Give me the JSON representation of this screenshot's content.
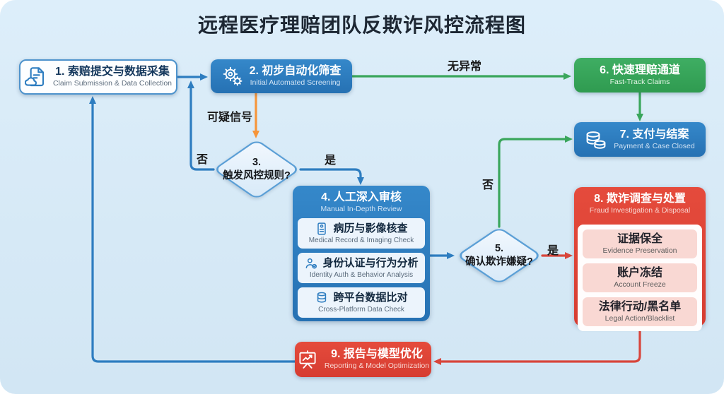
{
  "title": "远程医疗理赔团队反欺诈风控流程图",
  "nodes": {
    "n1": {
      "zh": "1. 索赔提交与数据采集",
      "en": "Claim Submission & Data Collection",
      "icon": "document-cloud-icon"
    },
    "n2": {
      "zh": "2. 初步自动化筛查",
      "en": "Initial Automated Screening",
      "icon": "gears-icon"
    },
    "d3": {
      "num": "3.",
      "question": "触发风控规则?"
    },
    "n4": {
      "zh": "4. 人工深入审核",
      "en": "Manual In-Depth Review",
      "items": [
        {
          "zh": "病历与影像核查",
          "en": "Medical Record & Imaging Check",
          "icon": "medical-record-icon"
        },
        {
          "zh": "身份认证与行为分析",
          "en": "Identity Auth & Behavior Analysis",
          "icon": "person-check-icon"
        },
        {
          "zh": "跨平台数据比对",
          "en": "Cross-Platform Data Check",
          "icon": "database-icon"
        }
      ]
    },
    "d5": {
      "num": "5.",
      "question": "确认欺诈嫌疑?"
    },
    "n6": {
      "zh": "6. 快速理赔通道",
      "en": "Fast-Track Claims"
    },
    "n7": {
      "zh": "7. 支付与结案",
      "en": "Payment & Case Closed",
      "icon": "coins-icon"
    },
    "n8": {
      "zh": "8. 欺诈调查与处置",
      "en": "Fraud Investigation & Disposal",
      "items": [
        {
          "zh": "证据保全",
          "en": "Evidence Preservation"
        },
        {
          "zh": "账户冻结",
          "en": "Account Freeze"
        },
        {
          "zh": "法律行动/黑名单",
          "en": "Legal Action/Blacklist"
        }
      ]
    },
    "n9": {
      "zh": "9. 报告与模型优化",
      "en": "Reporting & Model Optimization",
      "icon": "chart-board-icon"
    }
  },
  "edge_labels": {
    "no_anomaly": "无异常",
    "suspicious": "可疑信号",
    "d3_no": "否",
    "d3_yes": "是",
    "d5_no": "否",
    "d5_yes": "是"
  },
  "colors": {
    "flow_blue": "#2e7dc0",
    "flow_green": "#3aa65c",
    "flow_orange": "#f6953a",
    "flow_red": "#d8453b",
    "canvas_bg": "#d7e9f6",
    "node_blue": "#2e7dc0",
    "node_green": "#35a555",
    "node_red": "#df4237"
  }
}
